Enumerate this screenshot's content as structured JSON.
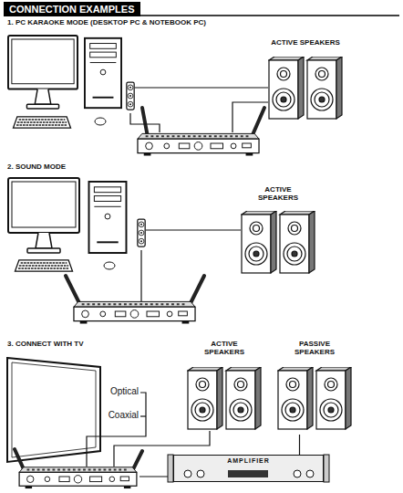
{
  "diagram": {
    "title": "CONNECTION EXAMPLES",
    "nodes": [
      {
        "text": [
          "ACTIVE SPEAKERS"
        ]
      },
      {
        "text": [
          "ACTIVE SPEAKERS"
        ]
      },
      {
        "text": [
          "ACTIVE SPEAKERS"
        ]
      },
      {
        "text": [
          "PASSIVE SPEAKERS"
        ]
      },
      {
        "text": [
          "AMPLIFIER"
        ]
      }
    ],
    "edges": [
      {
        "from": 3,
        "to": 4,
        "arrow": "none"
      }
    ],
    "labels": [
      "1. PC KARAOKE MODE (DESKTOP PC & NOTEBOOK PC)",
      "2. SOUND MODE",
      "3. CONNECT WITH TV",
      "Optical",
      "Coaxial"
    ]
  }
}
